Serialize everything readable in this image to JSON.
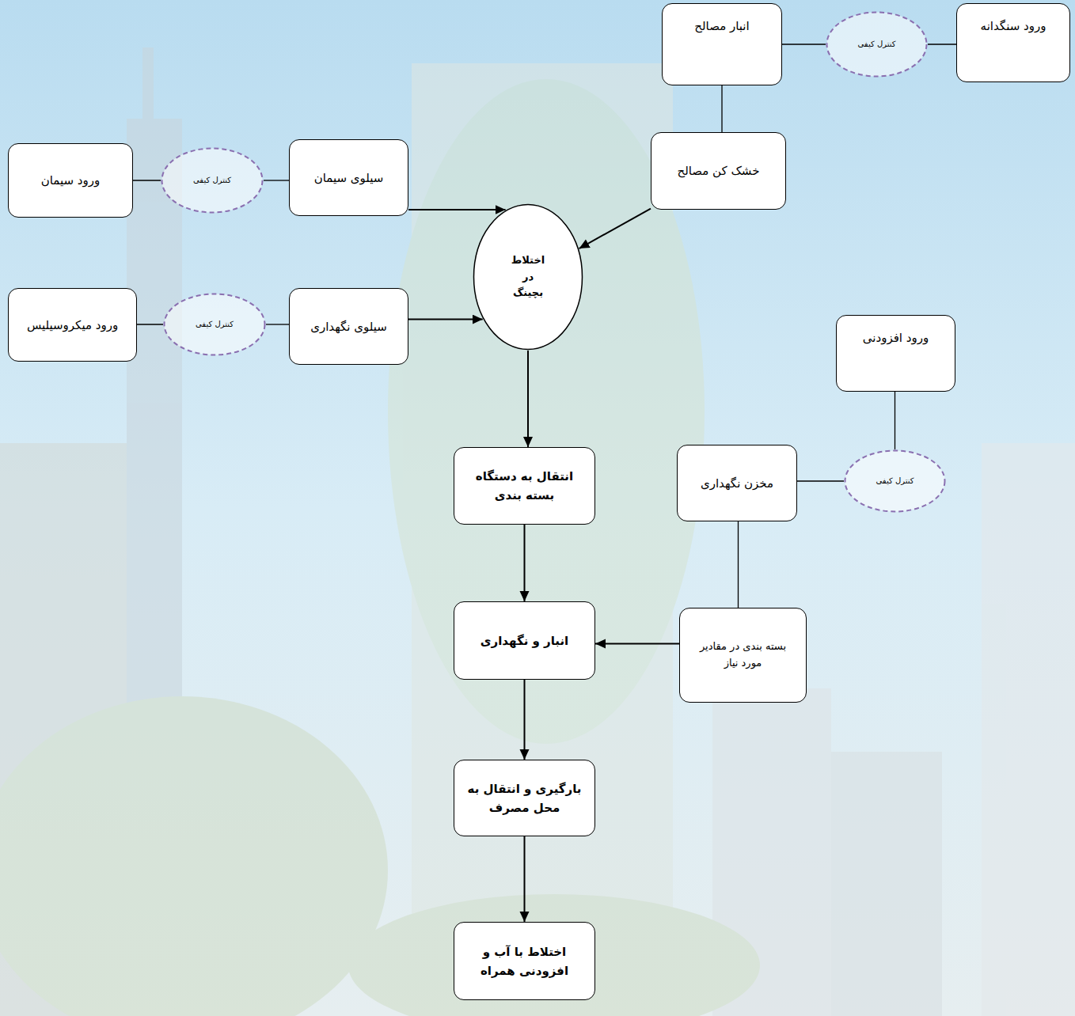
{
  "diagram": {
    "nodes": [
      {
        "text": [
          "ورود سنگدانه"
        ]
      },
      {
        "text": [
          "کنترل کیفی"
        ]
      },
      {
        "text": [
          "انبار مصالح"
        ]
      },
      {
        "text": [
          "خشک کن مصالح"
        ]
      },
      {
        "text": [
          "ورود سیمان"
        ]
      },
      {
        "text": [
          "کنترل کیفی"
        ]
      },
      {
        "text": [
          "سیلوی سیمان"
        ]
      },
      {
        "text": [
          "اختلاط در بچینگ"
        ]
      },
      {
        "text": [
          "ورود میکروسیلیس"
        ]
      },
      {
        "text": [
          "کنترل کیفی"
        ]
      },
      {
        "text": [
          "سیلوی نگهداری"
        ]
      },
      {
        "text": [
          "ورود افزودنی"
        ]
      },
      {
        "text": [
          "انتقال به دستگاه بسته بندی"
        ]
      },
      {
        "text": [
          "مخزن نگهداری"
        ]
      },
      {
        "text": [
          "کنترل کیفی"
        ]
      },
      {
        "text": [
          "انبار و نگهداری"
        ]
      },
      {
        "text": [
          "بسته بندی در مقادیر مورد نیاز"
        ]
      },
      {
        "text": [
          "بارگیری و انتقال به محل مصرف"
        ]
      },
      {
        "text": [
          "اختلاط با آب و افزودنی همراه"
        ]
      }
    ],
    "edges": [
      {
        "from": 0,
        "to": 1,
        "arrow": "none"
      },
      {
        "from": 1,
        "to": 2,
        "arrow": "none"
      },
      {
        "from": 2,
        "to": 3,
        "arrow": "none"
      },
      {
        "from": 3,
        "to": 7,
        "arrow": "to"
      },
      {
        "from": 4,
        "to": 5,
        "arrow": "none"
      },
      {
        "from": 5,
        "to": 6,
        "arrow": "none"
      },
      {
        "from": 6,
        "to": 7,
        "arrow": "to"
      },
      {
        "from": 8,
        "to": 9,
        "arrow": "none"
      },
      {
        "from": 9,
        "to": 10,
        "arrow": "none"
      },
      {
        "from": 10,
        "to": 7,
        "arrow": "to"
      },
      {
        "from": 7,
        "to": 12,
        "arrow": "to"
      },
      {
        "from": 12,
        "to": 15,
        "arrow": "to"
      },
      {
        "from": 15,
        "to": 17,
        "arrow": "to"
      },
      {
        "from": 17,
        "to": 18,
        "arrow": "to"
      },
      {
        "from": 11,
        "to": 14,
        "arrow": "none"
      },
      {
        "from": 14,
        "to": 13,
        "arrow": "none"
      },
      {
        "from": 13,
        "to": 16,
        "arrow": "none"
      },
      {
        "from": 16,
        "to": 15,
        "arrow": "to"
      }
    ]
  }
}
